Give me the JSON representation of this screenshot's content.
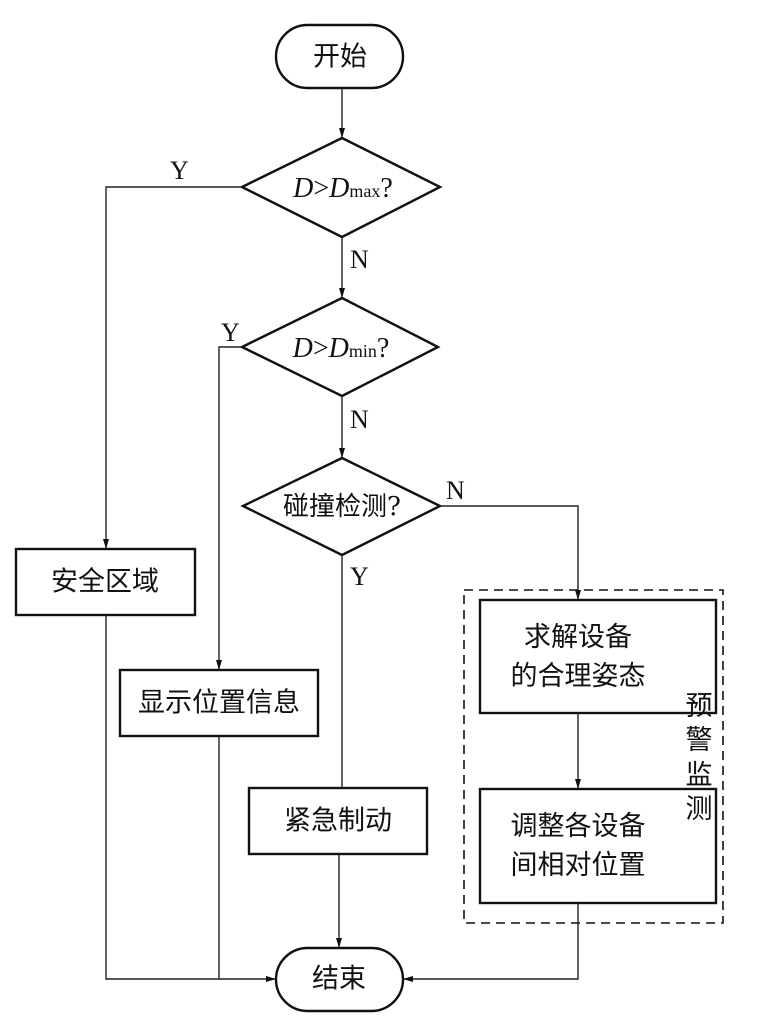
{
  "nodes": {
    "start": "开始",
    "decision1": {
      "var": "D",
      "op": ">",
      "var2": "D",
      "sub": "max",
      "q": "?"
    },
    "decision2": {
      "var": "D",
      "op": ">",
      "var2": "D",
      "sub": "min",
      "q": "?"
    },
    "decision3": "碰撞检测?",
    "safe_zone": "安全区域",
    "show_position": "显示位置信息",
    "emergency_brake": "紧急制动",
    "solve_posture": [
      "求解设备",
      "的合理姿态"
    ],
    "adjust_position": [
      "调整各设备",
      "间相对位置"
    ],
    "end": "结束"
  },
  "group": {
    "label_chars": [
      "预",
      "警",
      "监",
      "测"
    ]
  },
  "edge_labels": {
    "d1_yes": "Y",
    "d1_no": "N",
    "d2_yes": "Y",
    "d2_no": "N",
    "d3_yes": "Y",
    "d3_no": "N"
  }
}
